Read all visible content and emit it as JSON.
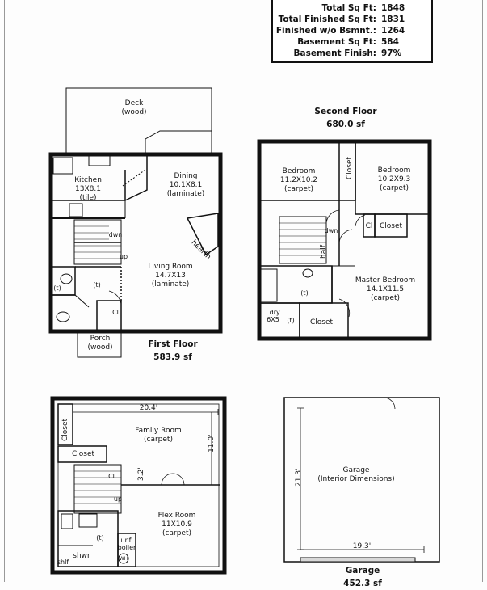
{
  "stats": [
    {
      "label": "Total Sq Ft:",
      "value": "1848"
    },
    {
      "label": "Total Finished Sq Ft:",
      "value": "1831"
    },
    {
      "label": "Finished w/o Bsmnt.:",
      "value": "1264"
    },
    {
      "label": "Basement Sq Ft:",
      "value": "584"
    },
    {
      "label": "Basement Finish:",
      "value": "97%"
    }
  ],
  "first_floor": {
    "title": "First Floor",
    "area": "583.9 sf",
    "deck": {
      "name": "Deck",
      "material": "(wood)"
    },
    "kitchen": {
      "name": "Kitchen",
      "dims": "13X8.1",
      "material": "(tile)"
    },
    "dining": {
      "name": "Dining",
      "dims": "10.1X8.1",
      "material": "(laminate)"
    },
    "living": {
      "name": "Living Room",
      "dims": "14.7X13",
      "material": "(laminate)"
    },
    "porch": {
      "name": "Porch",
      "material": "(wood)"
    },
    "hearth": "hearth",
    "dwn": "dwn",
    "up": "up",
    "toilet": "(t)",
    "closet_abbr": "Cl"
  },
  "second_floor": {
    "title": "Second Floor",
    "area": "680.0 sf",
    "bedroom1": {
      "name": "Bedroom",
      "dims": "11.2X10.2",
      "material": "(carpet)"
    },
    "bedroom2": {
      "name": "Bedroom",
      "dims": "10.2X9.3",
      "material": "(carpet)"
    },
    "master": {
      "name": "Master Bedroom",
      "dims": "14.1X11.5",
      "material": "(carpet)"
    },
    "closet": "Closet",
    "closet_abbr": "Cl",
    "dwn": "dwn",
    "half": "half",
    "toilet": "(t)",
    "laundry": "Ldry",
    "laundry_dims": "6X5"
  },
  "basement": {
    "family": {
      "name": "Family Room",
      "material": "(carpet)"
    },
    "flex": {
      "name": "Flex Room",
      "dims": "11X10.9",
      "material": "(carpet)"
    },
    "width_dim": "20.4'",
    "height_dim": "11.0'",
    "small_dim": "3.2'",
    "closet": "Closet",
    "closet_abbr": "Cl",
    "up": "up",
    "toilet": "(t)",
    "unf": "unf.",
    "boiler": "boiler",
    "wh": "WH",
    "shwr": "shwr",
    "shlf": "shlf"
  },
  "garage": {
    "name": "Garage",
    "note": "(Interior Dimensions)",
    "width_dim": "19.3'",
    "height_dim": "21.3'",
    "title": "Garage",
    "area": "452.3 sf"
  }
}
